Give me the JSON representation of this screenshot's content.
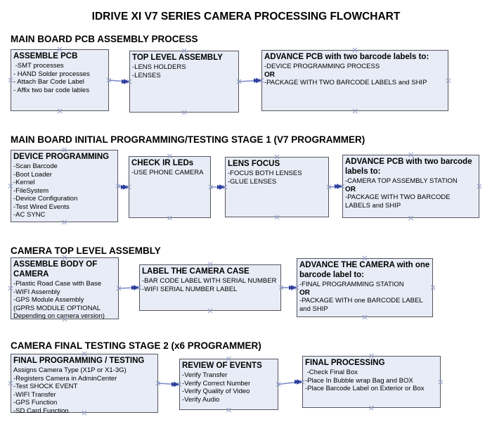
{
  "title": "IDRIVE XI V7 SERIES CAMERA PROCESSING FLOWCHART",
  "colors": {
    "box_fill": "#e8ecf6",
    "box_border": "#55555f",
    "arrow_line": "#7987c4",
    "arrow_head": "#2e3f9e",
    "connector_mark": "#8e9cc4",
    "text": "#000000"
  },
  "connector_mark_glyph": "x",
  "sections": [
    {
      "heading": "MAIN BOARD PCB ASSEMBLY PROCESS",
      "boxes": [
        {
          "title": "ASSEMBLE PCB",
          "lines": [
            " -SMT processes",
            "- HAND Solder processes",
            "- Attach Bar Code Label",
            "- Affix two bar code lables"
          ]
        },
        {
          "title": "TOP LEVEL ASSEMBLY",
          "lines": [
            "-LENS HOLDERS",
            "-LENSES"
          ]
        },
        {
          "title": "ADVANCE PCB with two barcode labels to:",
          "lines": [
            "-DEVICE PROGRAMMING PROCESS",
            {
              "text": "OR",
              "bold": true
            },
            "-PACKAGE WITH TWO BARCODE LABELS and SHIP"
          ]
        }
      ]
    },
    {
      "heading": "MAIN BOARD INITIAL PROGRAMMING/TESTING STAGE 1 (V7 PROGRAMMER)",
      "boxes": [
        {
          "title": "DEVICE PROGRAMMING",
          "lines": [
            "-Scan Barcode",
            "-Boot Loader",
            "-Kernel",
            "-FileSystem",
            "-Device Configuration",
            "-Test Wired Events",
            "-AC SYNC"
          ]
        },
        {
          "title": "CHECK IR LEDs",
          "lines": [
            "-USE PHONE CAMERA"
          ]
        },
        {
          "title": "LENS FOCUS",
          "lines": [
            "-FOCUS BOTH LENSES",
            "-GLUE LENSES"
          ]
        },
        {
          "title": "ADVANCE PCB with two barcode labels to:",
          "lines": [
            "-CAMERA TOP ASSEMBLY STATION",
            {
              "text": "OR",
              "bold": true
            },
            "-PACKAGE WITH TWO BARCODE LABELS and SHIP"
          ]
        }
      ]
    },
    {
      "heading": "CAMERA TOP LEVEL ASSEMBLY",
      "boxes": [
        {
          "title": "ASSEMBLE BODY OF CAMERA",
          "lines": [
            "-Plastic Road Case with Base",
            "-WIFI Assembly",
            "-GPS Module Assembly",
            "(GPRS MODULE OPTIONAL",
            "Depending on camera version)"
          ]
        },
        {
          "title": "LABEL THE CAMERA CASE",
          "lines": [
            "-BAR CODE LABEL WITH SERIAL NUMBER",
            "-WIFI SERIAL NUMBER LABEL"
          ]
        },
        {
          "title": "ADVANCE THE CAMERA with one barcode label to:",
          "lines": [
            "-FINAL PROGRAMMING STATION",
            {
              "text": "OR",
              "bold": true
            },
            "-PACKAGE WITH one BARCODE LABEL and SHIP"
          ]
        }
      ]
    },
    {
      "heading": "CAMERA FINAL TESTING STAGE 2 (x6 PROGRAMMER)",
      "boxes": [
        {
          "title": "FINAL PROGRAMMING / TESTING",
          "lines": [
            "Assigns Camera Type (X1P or X1-3G)",
            "-Registers Camera in AdminCenter",
            "-Test SHOCK EVENT",
            "-WIFI Transfer",
            "-GPS Function",
            "-SD Card Function"
          ]
        },
        {
          "title": "REVIEW OF EVENTS",
          "lines": [
            "-Verify Transfer",
            "-Verify Correct Number",
            "-Verify Quality of Video",
            "-Verify Audio"
          ]
        },
        {
          "title": "FINAL PROCESSING",
          "lines": [
            " -Check Final Box",
            "-Place In Bubble wrap Bag and BOX",
            "-Place Barcode Label on Exterior or Box"
          ]
        }
      ]
    }
  ]
}
